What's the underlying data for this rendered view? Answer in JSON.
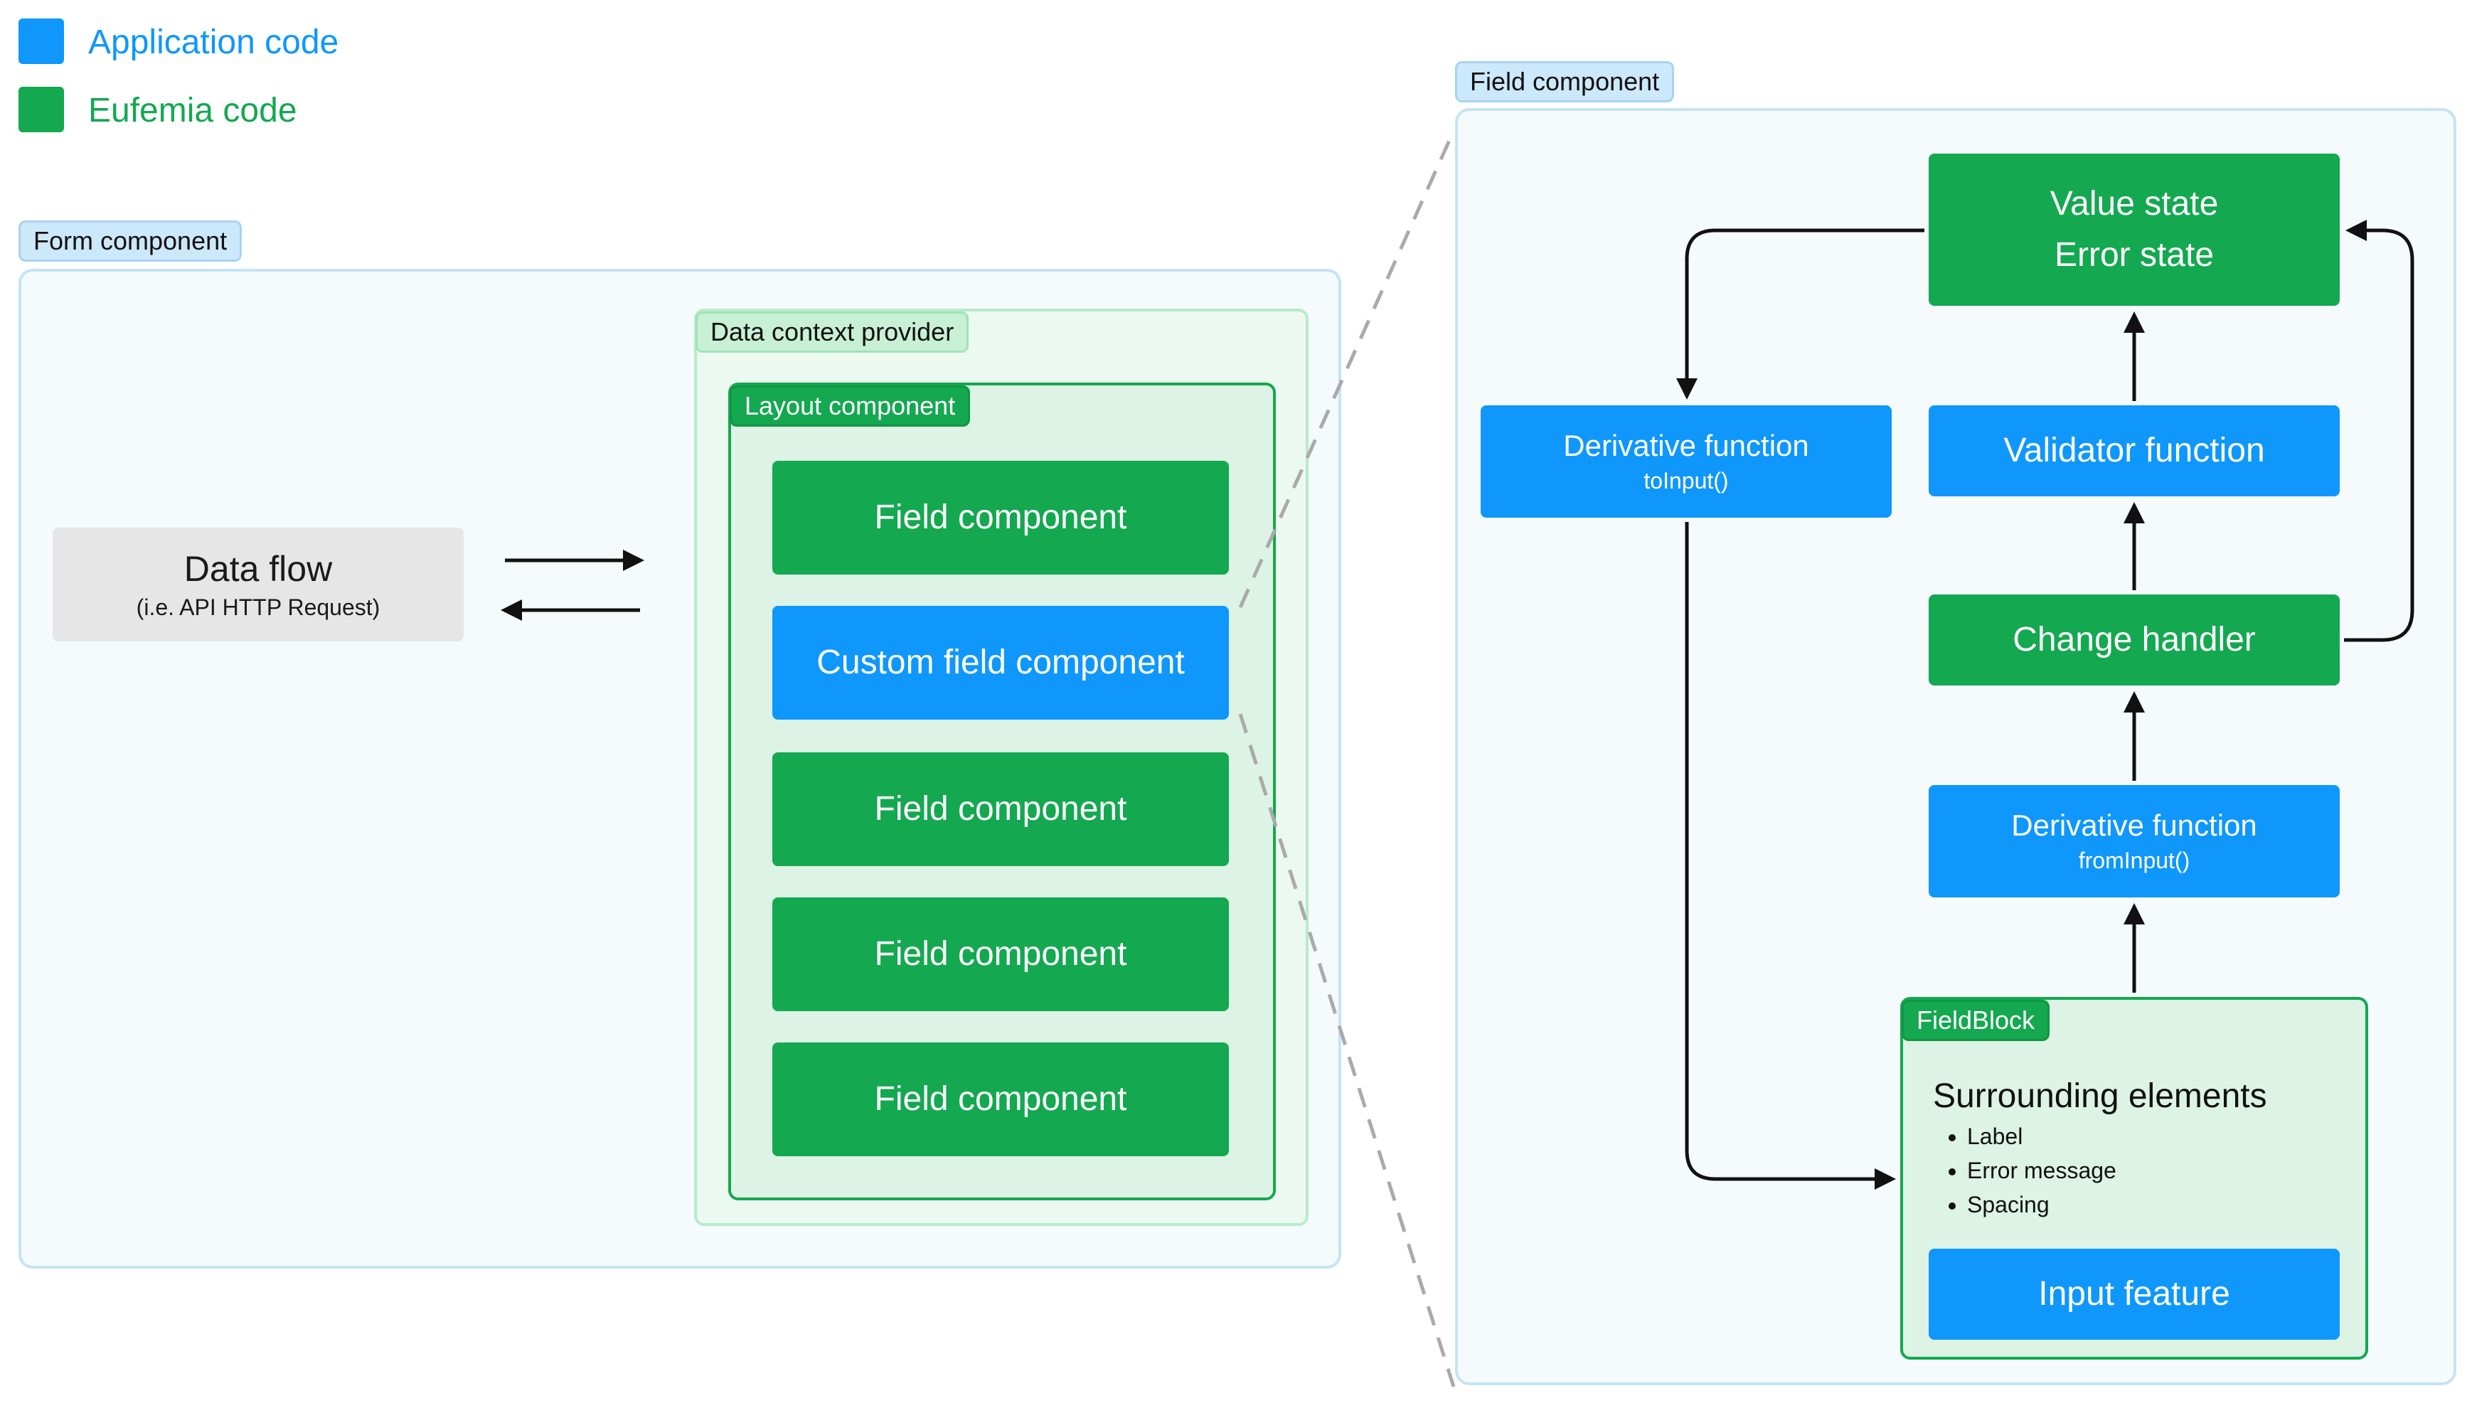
{
  "legend": [
    {
      "label": "Application code",
      "color": "#0f97fb"
    },
    {
      "label": "Eufemia code",
      "color": "#14a850"
    }
  ],
  "form": {
    "tag": "Form component",
    "data_flow": {
      "title": "Data flow",
      "subtitle": "(i.e. API HTTP Request)"
    },
    "provider": {
      "tag": "Data context provider",
      "layout": {
        "tag": "Layout component",
        "fields": [
          {
            "label": "Field component",
            "kind": "eufemia"
          },
          {
            "label": "Custom field component",
            "kind": "application"
          },
          {
            "label": "Field component",
            "kind": "eufemia"
          },
          {
            "label": "Field component",
            "kind": "eufemia"
          },
          {
            "label": "Field component",
            "kind": "eufemia"
          }
        ]
      }
    }
  },
  "field": {
    "tag": "Field component",
    "value_state": {
      "line1": "Value state",
      "line2": "Error state"
    },
    "to_input": {
      "title": "Derivative function",
      "fn": "toInput()"
    },
    "validator": {
      "label": "Validator function"
    },
    "change_handler": {
      "label": "Change handler"
    },
    "from_input": {
      "title": "Derivative function",
      "fn": "fromInput()"
    },
    "fieldblock": {
      "tag": "FieldBlock",
      "title": "Surrounding elements",
      "items": [
        "Label",
        "Error message",
        "Spacing"
      ],
      "input_feature": "Input feature"
    }
  },
  "colors": {
    "application": "#0f97fb",
    "eufemia": "#14a850"
  }
}
